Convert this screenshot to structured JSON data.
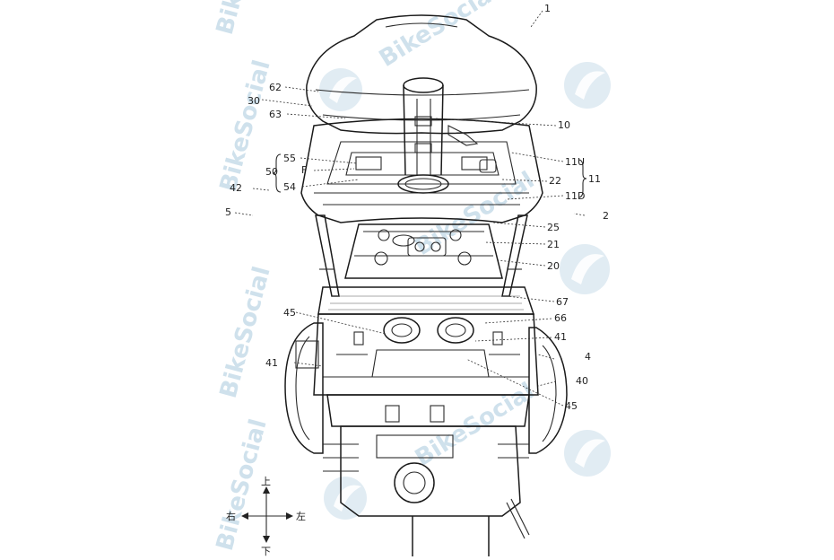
{
  "labels": {
    "l1": "1",
    "l2": "2",
    "l4": "4",
    "l5": "5",
    "l10": "10",
    "l11": "11",
    "l11u": "11U",
    "l11d": "11D",
    "l20": "20",
    "l21": "21",
    "l22": "22",
    "l25": "25",
    "l30": "30",
    "l40": "40",
    "l41a": "41",
    "l41b": "41",
    "l42": "42",
    "l45a": "45",
    "l45b": "45",
    "l50": "50",
    "l54": "54",
    "l55": "55",
    "l62": "62",
    "l63": "63",
    "l66": "66",
    "l67": "67",
    "lF": "F"
  },
  "compass": {
    "up": "上",
    "down": "下",
    "right": "右",
    "left": "左"
  },
  "watermark": {
    "text": "BikeSocial"
  }
}
